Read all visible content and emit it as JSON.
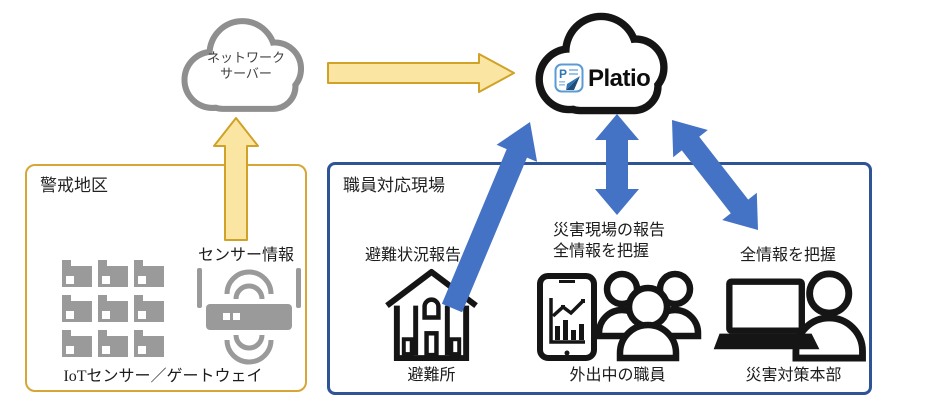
{
  "colors": {
    "yellow-fill": "#FBE5A3",
    "yellow-stroke": "#D0A228",
    "box-yellow-border": "#D8A636",
    "blue-arrow": "#4472C4",
    "box-blue-border": "#2F5496",
    "cloud-gray": "#8f8f8f",
    "device-gray": "#9a9a9a",
    "icon-black": "#151515",
    "platio-blue": "#2E75B6"
  },
  "network_cloud": {
    "label_line1": "ネットワーク",
    "label_line2": "サーバー"
  },
  "platio_cloud": {
    "brand": "Platio",
    "icon_letter": "P"
  },
  "left_box": {
    "title": "警戒地区",
    "sensor_info_label": "センサー情報",
    "devices_label": "IoTセンサー／ゲートウェイ"
  },
  "right_box": {
    "title": "職員対応現場",
    "items": [
      {
        "top_label": "避難状況報告",
        "bottom_label": "避難所"
      },
      {
        "top_label_line1": "災害現場の報告",
        "top_label_line2": "全情報を把握",
        "bottom_label": "外出中の職員"
      },
      {
        "top_label": "全情報を把握",
        "bottom_label": "災害対策本部"
      }
    ]
  }
}
